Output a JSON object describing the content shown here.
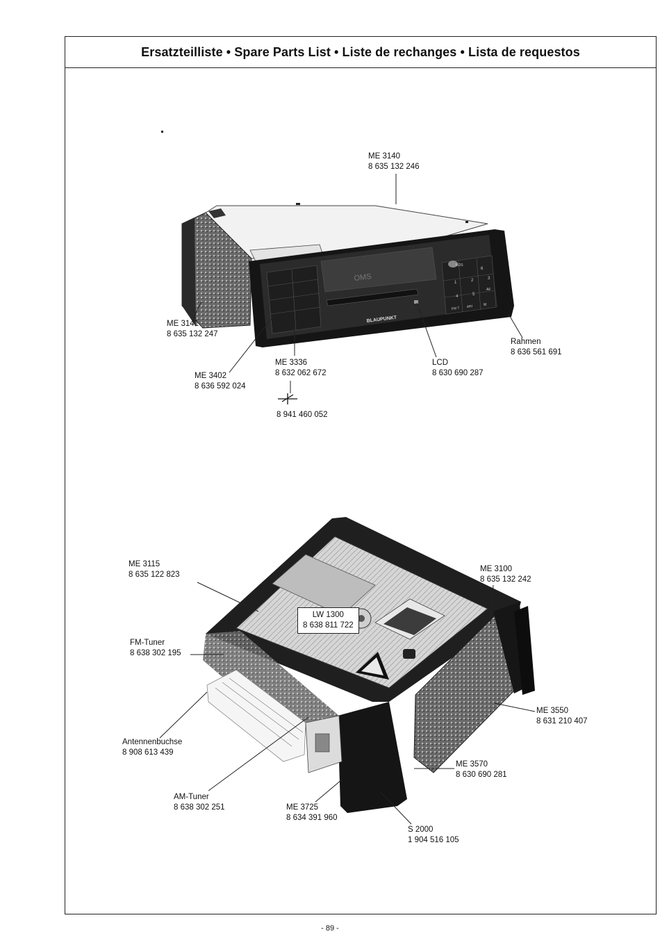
{
  "header": {
    "title": "Ersatzteilliste • Spare Parts List • Liste de rechanges • Lista de requestos"
  },
  "radio": {
    "brand": "BLAUPUNKT",
    "model_text": "OMS",
    "buttons": [
      "RDS",
      "FM T",
      "ARI",
      "M",
      "AF",
      "1",
      "2",
      "3",
      "4",
      "5",
      "6"
    ]
  },
  "labels": {
    "me3140": {
      "name": "ME 3140",
      "part": "8 635 132 246"
    },
    "me3141": {
      "name": "ME 3141",
      "part": "8 635 132 247"
    },
    "rahmen": {
      "name": "Rahmen",
      "part": "8 636 561 691"
    },
    "me3402": {
      "name": "ME 3402",
      "part": "8 636 592 024"
    },
    "me3336": {
      "name": "ME 3336",
      "part": "8 632 062 672"
    },
    "lcd": {
      "name": "LCD",
      "part": "8 630 690 287"
    },
    "fuse": {
      "part": "8 941 460 052"
    },
    "me3115": {
      "name": "ME 3115",
      "part": "8 635 122 823"
    },
    "me3100": {
      "name": "ME 3100",
      "part": "8 635 132 242"
    },
    "lw1300": {
      "name": "LW 1300",
      "part": "8 638 811 722"
    },
    "fmtuner": {
      "name": "FM-Tuner",
      "part": "8 638 302 195"
    },
    "me3550": {
      "name": "ME 3550",
      "part": "8 631 210 407"
    },
    "antenne": {
      "name": "Antennenbuchse",
      "part": "8 908 613 439"
    },
    "me3570": {
      "name": "ME 3570",
      "part": "8 630 690 281"
    },
    "amtuner": {
      "name": "AM-Tuner",
      "part": "8 638 302 251"
    },
    "me3725": {
      "name": "ME 3725",
      "part": "8 634 391 960"
    },
    "s2000": {
      "name": "S 2000",
      "part": "1 904 516 105"
    }
  },
  "footer": {
    "page": "- 89 -"
  }
}
